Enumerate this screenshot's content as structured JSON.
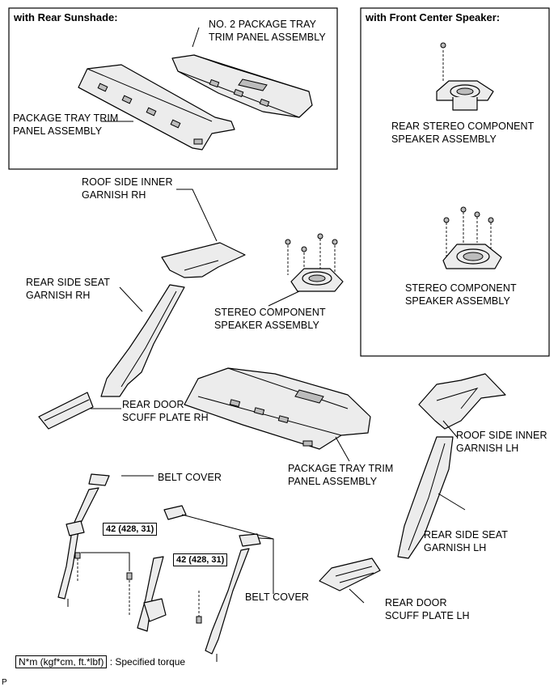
{
  "frames": {
    "rear_sunshade_header": "with Rear Sunshade:",
    "front_center_speaker_header": "with Front Center Speaker:"
  },
  "labels": {
    "no2_package_tray": [
      "NO. 2 PACKAGE TRAY",
      "TRIM PANEL ASSEMBLY"
    ],
    "package_tray_top": [
      "PACKAGE TRAY TRIM",
      "PANEL ASSEMBLY"
    ],
    "rear_stereo_speaker": [
      "REAR STEREO COMPONENT",
      "SPEAKER ASSEMBLY"
    ],
    "stereo_speaker_right": [
      "STEREO COMPONENT",
      "SPEAKER ASSEMBLY"
    ],
    "roof_side_rh": [
      "ROOF SIDE INNER",
      "GARNISH RH"
    ],
    "rear_side_seat_rh": [
      "REAR SIDE SEAT",
      "GARNISH RH"
    ],
    "stereo_speaker_center": [
      "STEREO COMPONENT",
      "SPEAKER ASSEMBLY"
    ],
    "rear_door_scuff_rh": [
      "REAR DOOR",
      "SCUFF PLATE RH"
    ],
    "package_tray_bottom": [
      "PACKAGE TRAY TRIM",
      "PANEL ASSEMBLY"
    ],
    "roof_side_lh": [
      "ROOF SIDE INNER",
      "GARNISH LH"
    ],
    "belt_cover_top": "BELT COVER",
    "rear_side_seat_lh": [
      "REAR SIDE SEAT",
      "GARNISH LH"
    ],
    "belt_cover_bottom": "BELT COVER",
    "rear_door_scuff_lh": [
      "REAR DOOR",
      "SCUFF PLATE LH"
    ]
  },
  "torque": {
    "left": "42 (428, 31)",
    "right": "42 (428, 31)"
  },
  "legend": {
    "unit": "N*m (kgf*cm, ft.*lbf)",
    "text": ": Specified torque"
  },
  "corner_mark": "P"
}
